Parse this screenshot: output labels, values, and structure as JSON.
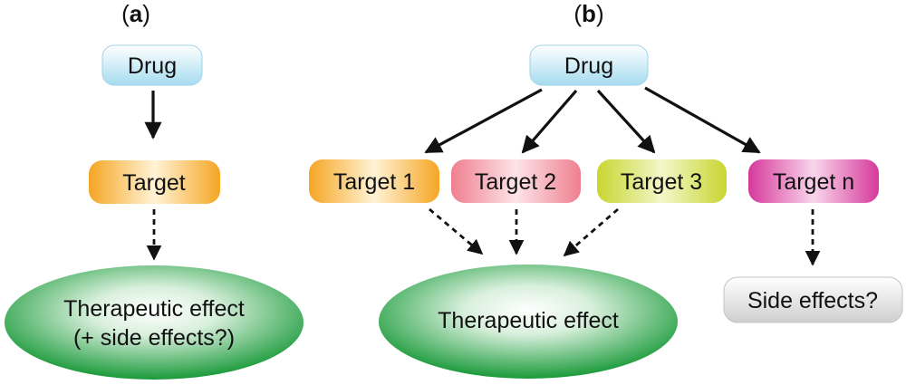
{
  "panel_a": {
    "label": "a",
    "drug": "Drug",
    "target": "Target",
    "effect_line1": "Therapeutic effect",
    "effect_line2": "(+ side effects?)"
  },
  "panel_b": {
    "label": "b",
    "drug": "Drug",
    "targets": [
      "Target 1",
      "Target 2",
      "Target 3",
      "Target n"
    ],
    "effect": "Therapeutic effect",
    "side_effects": "Side effects?"
  },
  "colors": {
    "drug": "#a6dcef",
    "target_1": "#f5a623",
    "target_2": "#ef7f8f",
    "target_3": "#c8d630",
    "target_n": "#d6399b",
    "effect": "#1a9a3a",
    "side_effects": "#cfcfcf"
  }
}
